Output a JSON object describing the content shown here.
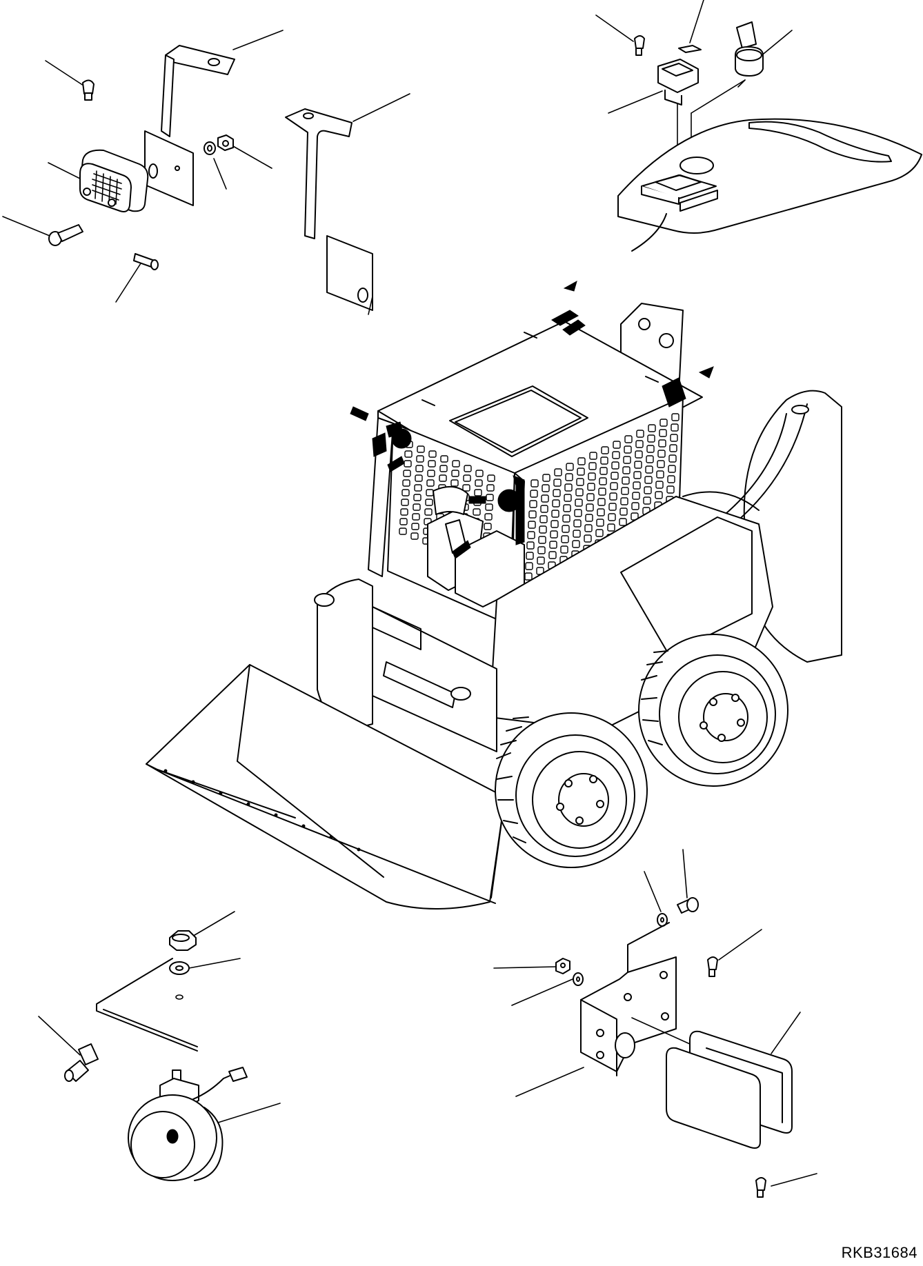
{
  "drawing_code": "RKB31684",
  "colors": {
    "line": "#000000",
    "background": "#ffffff"
  },
  "parts": [
    {
      "name": "rear-lamp-bulb-top-left",
      "icon": "bulb-icon"
    },
    {
      "name": "rear-lamp-bracket-short",
      "icon": "bracket-icon"
    },
    {
      "name": "rear-lamp-bracket-long",
      "icon": "bracket-icon"
    },
    {
      "name": "rear-lamp-housing",
      "icon": "lamp-icon"
    },
    {
      "name": "cap-screw",
      "icon": "bolt-icon"
    },
    {
      "name": "stud-bolt",
      "icon": "bolt-icon"
    },
    {
      "name": "washer-top",
      "icon": "washer-icon"
    },
    {
      "name": "nut-top",
      "icon": "nut-icon"
    },
    {
      "name": "switch-bulb",
      "icon": "bulb-icon"
    },
    {
      "name": "switch-lens",
      "icon": "lens-icon"
    },
    {
      "name": "rocker-switch",
      "icon": "switch-icon"
    },
    {
      "name": "key-switch",
      "icon": "key-icon"
    },
    {
      "name": "work-lamp-nut",
      "icon": "nut-icon"
    },
    {
      "name": "work-lamp-washer",
      "icon": "washer-icon"
    },
    {
      "name": "work-lamp-connector",
      "icon": "connector-icon"
    },
    {
      "name": "work-lamp",
      "icon": "lamp-icon"
    },
    {
      "name": "side-lamp-bolt",
      "icon": "bolt-icon"
    },
    {
      "name": "side-lamp-washer",
      "icon": "washer-icon"
    },
    {
      "name": "side-lamp-bulb-top",
      "icon": "bulb-icon"
    },
    {
      "name": "side-lamp-nut",
      "icon": "nut-icon"
    },
    {
      "name": "side-lamp-bracket",
      "icon": "bracket-icon"
    },
    {
      "name": "side-lamp-housing",
      "icon": "lamp-icon"
    },
    {
      "name": "side-lamp-bulb-bottom",
      "icon": "bulb-icon"
    }
  ]
}
